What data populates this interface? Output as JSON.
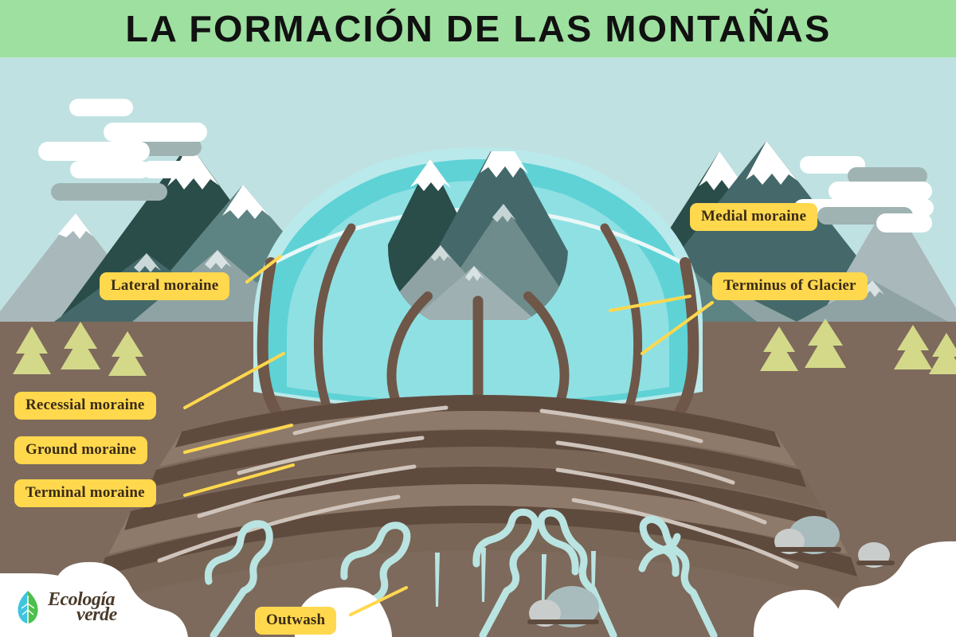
{
  "banner": {
    "title": "LA FORMACIÓN DE LAS MONTAÑAS",
    "background_color": "#9ee0a0",
    "text_color": "#111111"
  },
  "labels": {
    "lateral_moraine": "Lateral moraine",
    "medial_moraine": "Medial moraine",
    "terminus_of_glacier": "Terminus of Glacier",
    "recessial_moraine": "Recessial moraine",
    "ground_moraine": "Ground moraine",
    "terminal_moraine": "Terminal moraine",
    "outwash": "Outwash",
    "box_color": "#ffd84d",
    "text_color": "#3a2b17",
    "leader_line_color": "#ffd84d"
  },
  "logo": {
    "word_1": "Ecología",
    "word_2": "verde",
    "leaf_left_color": "#3fc4e0",
    "leaf_right_color": "#4cc04c",
    "text_color": "#4a3a2a"
  },
  "scene": {
    "sky_color": "#c0e1e2",
    "ground_color": "#7d6a5c",
    "glacier_ice_color": "#5fd2d6",
    "glacier_ice_light_color": "#8fe0e3",
    "glacier_ice_pale_color": "#b9e9ea",
    "moraine_stripe_color": "#6e5748",
    "moraine_ridge_dark_color": "#5f4b3e",
    "moraine_ridge_mid_color": "#7a6656",
    "moraine_ridge_light_color": "#8e7a6a",
    "moraine_highlight_color": "#cfc4bb",
    "mountain_dark_color": "#2a4d4a",
    "mountain_mid_color": "#45696a",
    "mountain_teal_color": "#5d8382",
    "mountain_gray_color": "#8fa3a5",
    "mountain_pale_gray_color": "#a9b8ba",
    "snow_color": "#ffffff",
    "tree_color": "#d4d98a",
    "cloud_white_color": "#ffffff",
    "cloud_gray_color": "#9fb3b2",
    "stream_color": "#b9e4e2",
    "rock_light_color": "#c9cdcc",
    "rock_mid_color": "#a9bcbd",
    "elements": [
      "left-mountain-range",
      "center-nunatak",
      "right-mountain-range",
      "glacier-tongue",
      "medial-moraine-stripes",
      "lateral-moraine-stripes",
      "terminal-moraine-ridges",
      "recessional-moraine-ridges",
      "outwash-streams",
      "boulders",
      "conifer-trees",
      "clouds"
    ]
  }
}
